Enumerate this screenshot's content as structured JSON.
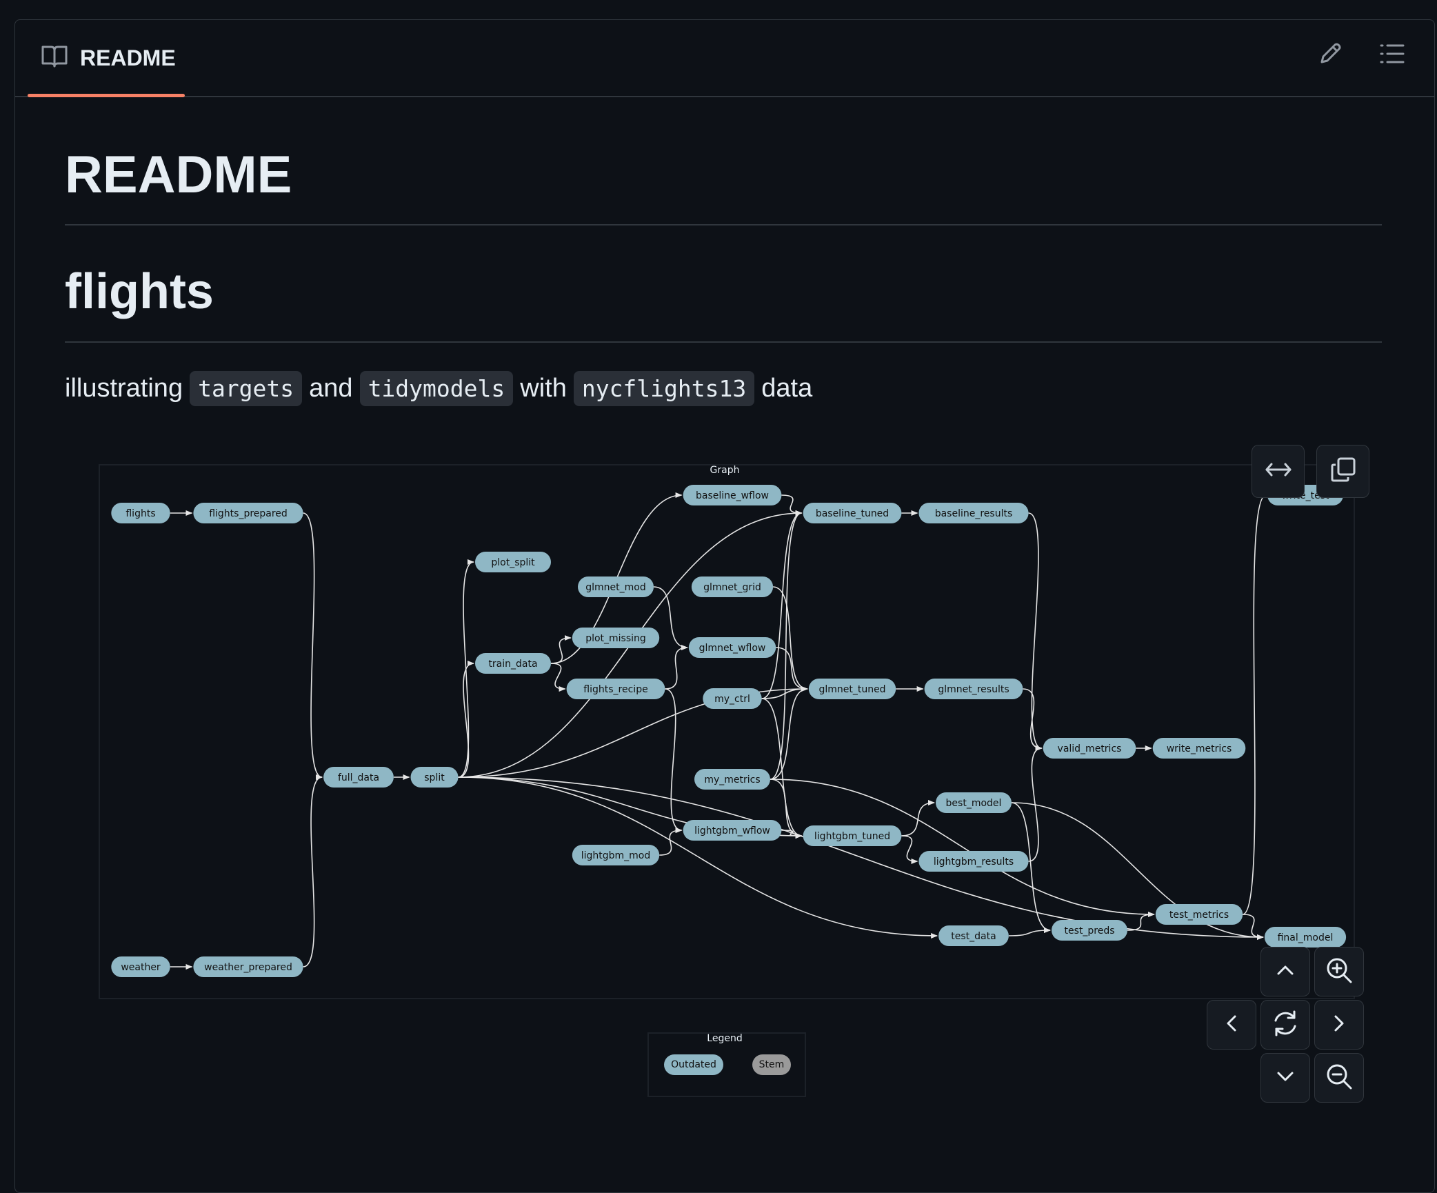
{
  "tab": {
    "label": "README",
    "icon": "book-icon"
  },
  "actions": {
    "edit_icon": "pencil-icon",
    "outline_icon": "list-icon"
  },
  "content": {
    "title": "README",
    "heading": "flights",
    "desc_parts": [
      "illustrating",
      "targets",
      "and",
      "tidymodels",
      "with",
      "nycflights13",
      "data"
    ]
  },
  "graph": {
    "title": "Graph",
    "legend_title": "Legend",
    "legend": [
      {
        "label": "Outdated",
        "color": "#8fb7c5"
      },
      {
        "label": "Stem",
        "color": "#9a9a9a"
      }
    ],
    "node_color": "#8fb7c5",
    "edge_color": "#e6e6e6",
    "nodes": [
      {
        "id": "flights",
        "label": "flights"
      },
      {
        "id": "flights_prepared",
        "label": "flights_prepared"
      },
      {
        "id": "weather",
        "label": "weather"
      },
      {
        "id": "weather_prepared",
        "label": "weather_prepared"
      },
      {
        "id": "full_data",
        "label": "full_data"
      },
      {
        "id": "split",
        "label": "split"
      },
      {
        "id": "plot_split",
        "label": "plot_split"
      },
      {
        "id": "train_data",
        "label": "train_data"
      },
      {
        "id": "glmnet_mod",
        "label": "glmnet_mod"
      },
      {
        "id": "plot_missing",
        "label": "plot_missing"
      },
      {
        "id": "flights_recipe",
        "label": "flights_recipe"
      },
      {
        "id": "lightgbm_mod",
        "label": "lightgbm_mod"
      },
      {
        "id": "baseline_wflow",
        "label": "baseline_wflow"
      },
      {
        "id": "glmnet_grid",
        "label": "glmnet_grid"
      },
      {
        "id": "glmnet_wflow",
        "label": "glmnet_wflow"
      },
      {
        "id": "my_ctrl",
        "label": "my_ctrl"
      },
      {
        "id": "my_metrics",
        "label": "my_metrics"
      },
      {
        "id": "lightgbm_wflow",
        "label": "lightgbm_wflow"
      },
      {
        "id": "baseline_tuned",
        "label": "baseline_tuned"
      },
      {
        "id": "glmnet_tuned",
        "label": "glmnet_tuned"
      },
      {
        "id": "lightgbm_tuned",
        "label": "lightgbm_tuned"
      },
      {
        "id": "baseline_results",
        "label": "baseline_results"
      },
      {
        "id": "glmnet_results",
        "label": "glmnet_results"
      },
      {
        "id": "best_model",
        "label": "best_model"
      },
      {
        "id": "lightgbm_results",
        "label": "lightgbm_results"
      },
      {
        "id": "test_data",
        "label": "test_data"
      },
      {
        "id": "valid_metrics",
        "label": "valid_metrics"
      },
      {
        "id": "test_preds",
        "label": "test_preds"
      },
      {
        "id": "write_metrics",
        "label": "write_metrics"
      },
      {
        "id": "test_metrics",
        "label": "test_metrics"
      },
      {
        "id": "write_test",
        "label": "write_test"
      },
      {
        "id": "final_model",
        "label": "final_model"
      }
    ],
    "edges": [
      [
        "flights",
        "flights_prepared"
      ],
      [
        "flights_prepared",
        "full_data"
      ],
      [
        "weather",
        "weather_prepared"
      ],
      [
        "weather_prepared",
        "full_data"
      ],
      [
        "full_data",
        "split"
      ],
      [
        "split",
        "plot_split"
      ],
      [
        "split",
        "train_data"
      ],
      [
        "split",
        "baseline_tuned"
      ],
      [
        "split",
        "glmnet_tuned"
      ],
      [
        "split",
        "lightgbm_tuned"
      ],
      [
        "split",
        "test_data"
      ],
      [
        "split",
        "final_model"
      ],
      [
        "train_data",
        "plot_missing"
      ],
      [
        "train_data",
        "flights_recipe"
      ],
      [
        "train_data",
        "baseline_wflow"
      ],
      [
        "glmnet_mod",
        "glmnet_wflow"
      ],
      [
        "flights_recipe",
        "glmnet_wflow"
      ],
      [
        "flights_recipe",
        "lightgbm_wflow"
      ],
      [
        "lightgbm_mod",
        "lightgbm_wflow"
      ],
      [
        "baseline_wflow",
        "baseline_tuned"
      ],
      [
        "glmnet_grid",
        "glmnet_tuned"
      ],
      [
        "glmnet_wflow",
        "glmnet_tuned"
      ],
      [
        "my_ctrl",
        "glmnet_tuned"
      ],
      [
        "my_ctrl",
        "baseline_tuned"
      ],
      [
        "my_ctrl",
        "lightgbm_tuned"
      ],
      [
        "my_metrics",
        "baseline_tuned"
      ],
      [
        "my_metrics",
        "glmnet_tuned"
      ],
      [
        "my_metrics",
        "lightgbm_tuned"
      ],
      [
        "my_metrics",
        "test_metrics"
      ],
      [
        "lightgbm_wflow",
        "lightgbm_tuned"
      ],
      [
        "baseline_tuned",
        "baseline_results"
      ],
      [
        "glmnet_tuned",
        "glmnet_results"
      ],
      [
        "lightgbm_tuned",
        "best_model"
      ],
      [
        "lightgbm_tuned",
        "lightgbm_results"
      ],
      [
        "baseline_results",
        "valid_metrics"
      ],
      [
        "glmnet_results",
        "valid_metrics"
      ],
      [
        "lightgbm_results",
        "valid_metrics"
      ],
      [
        "best_model",
        "final_model"
      ],
      [
        "best_model",
        "test_preds"
      ],
      [
        "test_data",
        "test_preds"
      ],
      [
        "test_preds",
        "test_metrics"
      ],
      [
        "valid_metrics",
        "write_metrics"
      ],
      [
        "test_metrics",
        "write_test"
      ],
      [
        "test_metrics",
        "final_model"
      ]
    ]
  },
  "controls": {
    "fit_icon": "fit-width-icon",
    "copy_icon": "copy-icon",
    "up_icon": "chevron-up-icon",
    "zoom_in_icon": "zoom-in-icon",
    "left_icon": "chevron-left-icon",
    "reset_icon": "reset-icon",
    "right_icon": "chevron-right-icon",
    "down_icon": "chevron-down-icon",
    "zoom_out_icon": "zoom-out-icon"
  }
}
